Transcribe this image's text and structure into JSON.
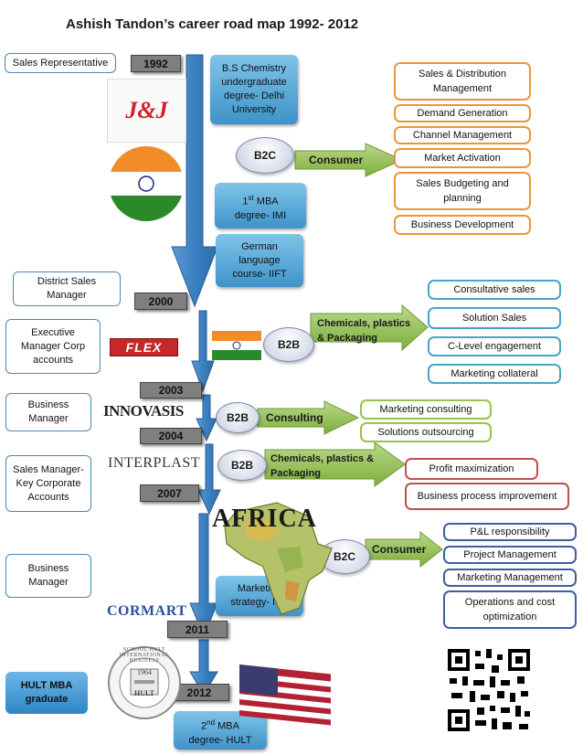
{
  "title": "Ashish Tandon’s career road map 1992- 2012",
  "roles": {
    "sales_rep": "Sales Representative",
    "district": "District Sales Manager",
    "executive": "Executive Manager Corp accounts",
    "business1": "Business Manager",
    "sales_mgr": "Sales Manager- Key Corporate Accounts",
    "business2": "Business Manager",
    "hult_grad": "HULT MBA graduate"
  },
  "years": [
    "1992",
    "2000",
    "2003",
    "2004",
    "2007",
    "2011",
    "2012"
  ],
  "education": {
    "bs": "B.S Chemistry undergraduate degree- Delhi University",
    "mba1_a": "1",
    "mba1_sup": "st",
    "mba1_b": " MBA degree- IMI",
    "german": "German language course- IIFT",
    "marketing": "Marketing strategy- ISB",
    "mba2_a": "2",
    "mba2_sup": "nd",
    "mba2_b": " MBA degree- HULT"
  },
  "ovals": [
    "B2C",
    "B2B",
    "B2B",
    "B2B",
    "B2C"
  ],
  "arrows": {
    "consumer1": "Consumer",
    "chemicals1": "Chemicals, plastics & Packaging",
    "consulting": "Consulting",
    "chemicals2": "Chemicals, plastics & Packaging",
    "consumer2": "Consumer"
  },
  "lists": {
    "consumer1": [
      "Sales & Distribution Management",
      "Demand Generation",
      "Channel Management",
      "Market Activation",
      "Sales Budgeting and planning",
      "Business Development"
    ],
    "chemicals1": [
      "Consultative sales",
      "Solution Sales",
      "C-Level engagement",
      "Marketing collateral"
    ],
    "consulting": [
      "Marketing consulting",
      "Solutions outsourcing"
    ],
    "chemicals2": [
      "Profit maximization",
      "Business process improvement"
    ],
    "consumer2": [
      "P&L responsibility",
      "Project Management",
      "Marketing Management",
      "Operations and cost optimization"
    ]
  },
  "logos": {
    "jj": "J&J",
    "flex": "FLEX",
    "innovasis": "INNOVASIS",
    "interplast": "INTERPLAST",
    "africa": "AFRICA",
    "cormart": "CORMART",
    "hult_year": "1964",
    "hult_name": "HULT",
    "hult_ring": "SCHOOL HULT INTERNATIONAL BUSINESS"
  },
  "colors": {
    "orange": "#e9963b",
    "blue": "#4aa3c8",
    "green": "#9ac34a",
    "red": "#c0504d",
    "navy": "#3c5fa0",
    "timeline": "#3f86c6"
  }
}
